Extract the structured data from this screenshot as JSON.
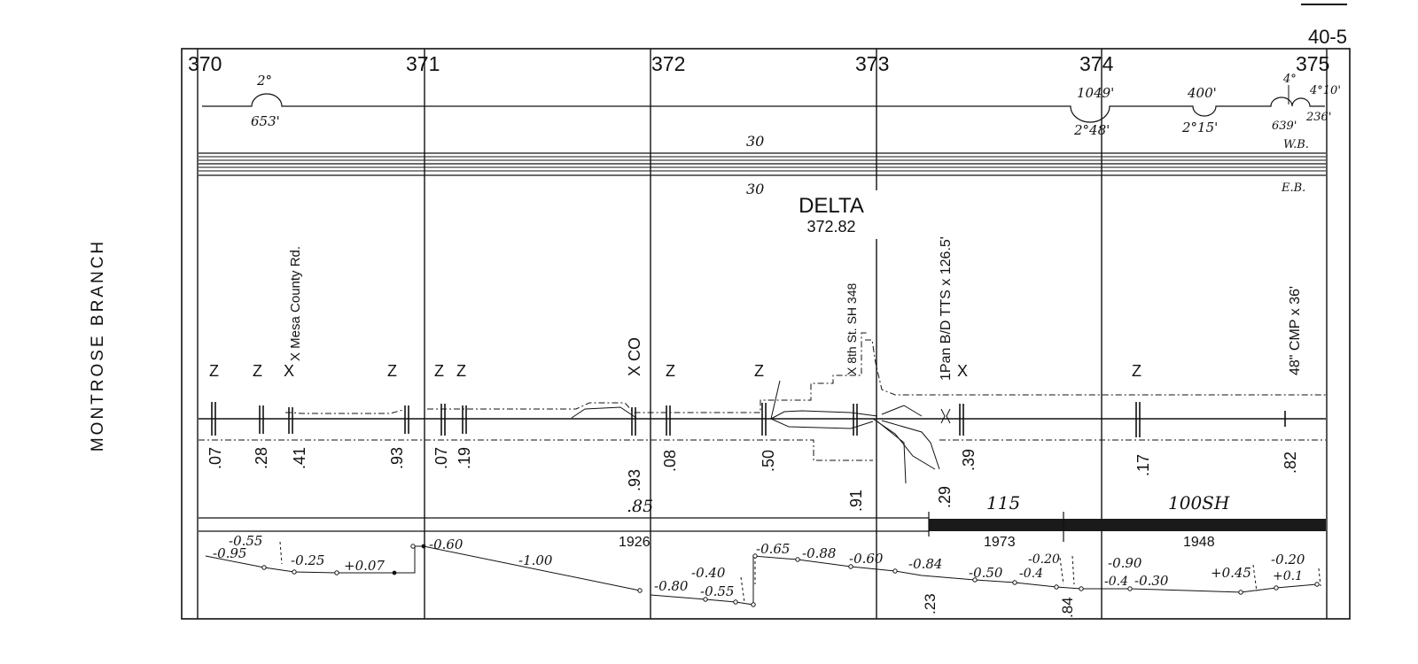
{
  "sheet": {
    "number": "40-5",
    "branch": "MONTROSE BRANCH"
  },
  "mileposts": [
    "370",
    "371",
    "372",
    "373",
    "374",
    "375"
  ],
  "curves": [
    {
      "degree": "2°",
      "length": "653'"
    },
    {
      "length": "1049'",
      "degree": "2°48'"
    },
    {
      "length": "400'",
      "degree": "2°15'"
    },
    {
      "degree": "4°",
      "length": "639'"
    },
    {
      "degree": "4°10'",
      "length": "236'"
    }
  ],
  "tracks": {
    "wb": "W.B.",
    "eb": "E.B.",
    "speed_top": "30",
    "speed_bottom": "30"
  },
  "station": {
    "name": "DELTA",
    "milepost": "372.82"
  },
  "structures": [
    {
      "label": "X Mesa County Rd."
    },
    {
      "label": "X 8th St. SH 348"
    },
    {
      "label": "1Pan B/D TTS x 126.5'"
    },
    {
      "label": "48\" CMP x 36'"
    }
  ],
  "crossing_marks": [
    "Z",
    "Z",
    "X",
    "Z",
    "Z",
    "Z",
    "X CO",
    "Z",
    "Z",
    "X",
    "Z"
  ],
  "decimals_row": [
    ".07",
    ".28",
    ".41",
    ".93",
    ".07",
    ".19",
    ".93",
    ".08",
    ".50",
    ".39",
    ".17",
    ".82"
  ],
  "decimals_low": [
    ".85",
    ".91",
    ".29"
  ],
  "rail": [
    {
      "weight": "115",
      "year": "1973"
    },
    {
      "weight": "100SH",
      "year": "1948"
    },
    {
      "year": "1926"
    }
  ],
  "grades": [
    "-0.55",
    "-0.95",
    "-0.25",
    "+0.07",
    "-0.60",
    "-1.00",
    "-0.40",
    "-0.80",
    "-0.55",
    "-0.65",
    "-0.88",
    "-0.60",
    "-0.84",
    "-0.50",
    "-0.4",
    "-0.20",
    "-0.90",
    "-0.4",
    "-0.30",
    "+0.45",
    "-0.20",
    "+0.1"
  ],
  "grade_points": [
    ".23",
    ".84"
  ]
}
